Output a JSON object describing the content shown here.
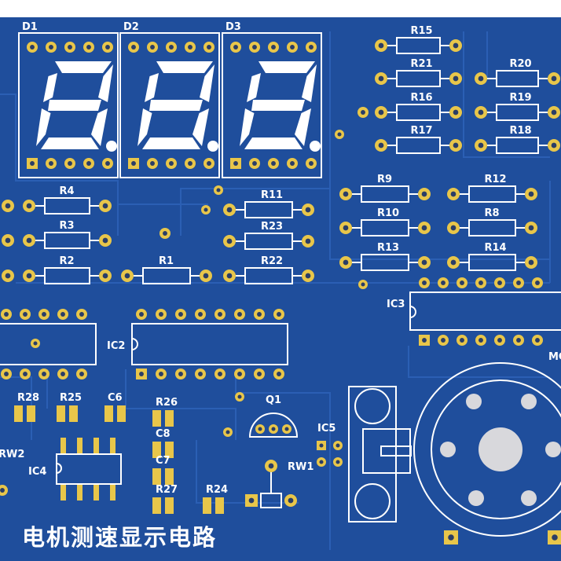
{
  "colors": {
    "board": "#1f4e9c",
    "trace": "#2a5db0",
    "silk": "#ffffff",
    "pad": "#e8c64a",
    "pad_ring": "#d4a82a",
    "hole": "#2a3d66",
    "segment": "#ffffff"
  },
  "displays": [
    {
      "ref": "D1"
    },
    {
      "ref": "D2"
    },
    {
      "ref": "D3"
    }
  ],
  "resistors_left": [
    "R4",
    "R3",
    "R2"
  ],
  "resistors_mid": [
    "R1",
    "R11",
    "R23",
    "R22"
  ],
  "resistors_top_right": [
    "R15",
    "R21",
    "R20",
    "R16",
    "R19",
    "R17",
    "R18"
  ],
  "resistors_right": [
    "R9",
    "R12",
    "R10",
    "R8",
    "R13",
    "R14"
  ],
  "ics": [
    "IC2",
    "IC3",
    "IC4",
    "IC5"
  ],
  "small_parts": [
    "R28",
    "R25",
    "C6",
    "R26",
    "C8",
    "C7",
    "R27",
    "R24"
  ],
  "other_parts": [
    "Q1",
    "RW1",
    "RW2",
    "MG"
  ],
  "title": "电机测速显示电路"
}
